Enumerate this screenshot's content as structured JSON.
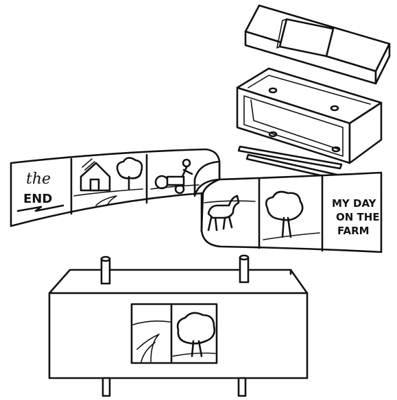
{
  "strip": {
    "title_line1": "MY DAY",
    "title_line2": "ON THE",
    "title_line3": "FARM",
    "end_line1": "the",
    "end_line2": "END"
  },
  "colors": {
    "ink": "#111111",
    "paper": "#ffffff"
  },
  "icons": [
    "barn-icon",
    "tree-icon",
    "tractor-icon",
    "horse-icon",
    "lightning-icon"
  ]
}
